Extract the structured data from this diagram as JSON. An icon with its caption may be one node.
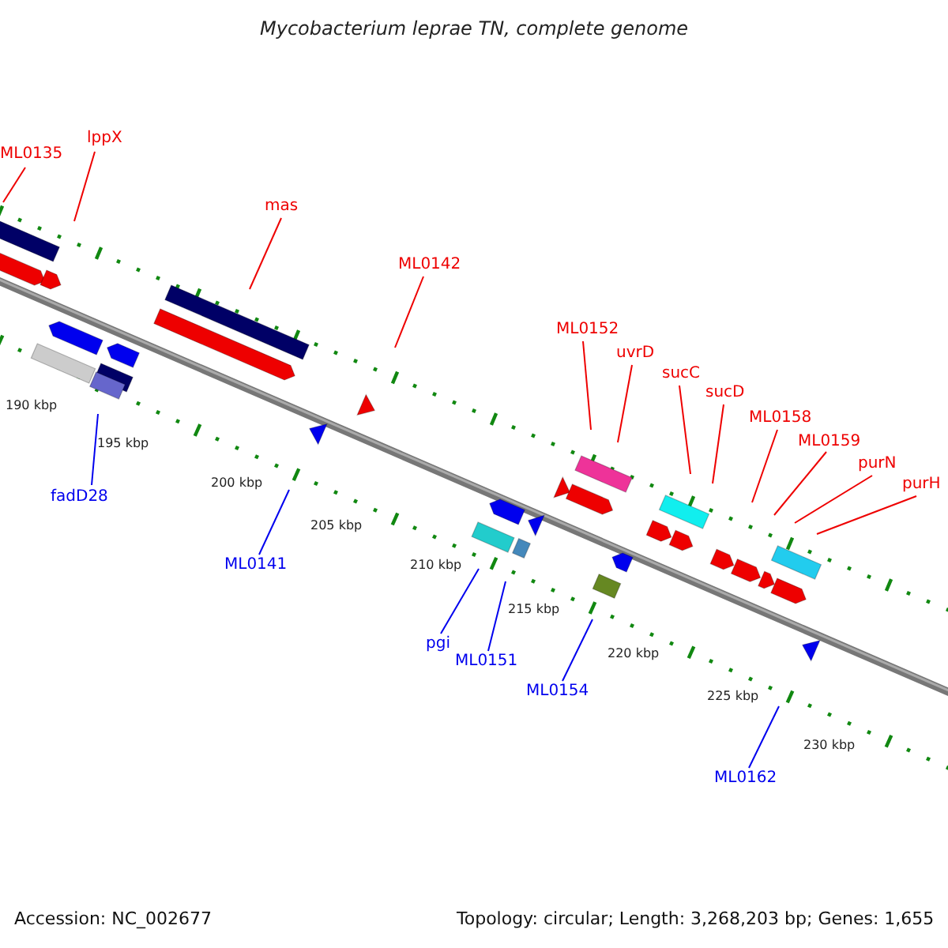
{
  "diagram": {
    "title": "Mycobacterium leprae TN, complete genome",
    "nodes": [
      {
        "text": [
          "ML0135"
        ]
      },
      {
        "text": [
          "lppX"
        ]
      },
      {
        "text": [
          "mas"
        ]
      },
      {
        "text": [
          "ML0142"
        ]
      },
      {
        "text": [
          "ML0152"
        ]
      },
      {
        "text": [
          "uvrD"
        ]
      },
      {
        "text": [
          "sucC"
        ]
      },
      {
        "text": [
          "sucD"
        ]
      },
      {
        "text": [
          "ML0158"
        ]
      },
      {
        "text": [
          "ML0159"
        ]
      },
      {
        "text": [
          "purN"
        ]
      },
      {
        "text": [
          "purH"
        ]
      },
      {
        "text": [
          "fadD28"
        ]
      },
      {
        "text": [
          "ML0141"
        ]
      },
      {
        "text": [
          "pgi"
        ]
      },
      {
        "text": [
          "ML0151"
        ]
      },
      {
        "text": [
          "ML0154"
        ]
      },
      {
        "text": [
          "ML0162"
        ]
      }
    ],
    "edges": [
      {
        "from": 0,
        "to": null,
        "arrow": "none"
      },
      {
        "from": 1,
        "to": null,
        "arrow": "none"
      },
      {
        "from": 2,
        "to": null,
        "arrow": "none"
      },
      {
        "from": 3,
        "to": null,
        "arrow": "none"
      },
      {
        "from": 4,
        "to": null,
        "arrow": "none"
      },
      {
        "from": 5,
        "to": null,
        "arrow": "none"
      },
      {
        "from": 6,
        "to": null,
        "arrow": "none"
      },
      {
        "from": 7,
        "to": null,
        "arrow": "none"
      },
      {
        "from": 8,
        "to": null,
        "arrow": "none"
      },
      {
        "from": 9,
        "to": null,
        "arrow": "none"
      },
      {
        "from": 10,
        "to": null,
        "arrow": "none"
      },
      {
        "from": 11,
        "to": null,
        "arrow": "none"
      },
      {
        "from": 12,
        "to": null,
        "arrow": "none",
        "color": "#0000ee"
      },
      {
        "from": 13,
        "to": null,
        "arrow": "none",
        "color": "#0000ee"
      },
      {
        "from": 14,
        "to": null,
        "arrow": "none",
        "color": "#0000ee"
      },
      {
        "from": 15,
        "to": null,
        "arrow": "none",
        "color": "#0000ee"
      },
      {
        "from": 16,
        "to": null,
        "arrow": "none",
        "color": "#0000ee"
      },
      {
        "from": 17,
        "to": null,
        "arrow": "none",
        "color": "#0000ee"
      }
    ],
    "labels": [
      "190 kbp",
      "195 kbp",
      "200 kbp",
      "205 kbp",
      "210 kbp",
      "215 kbp",
      "220 kbp",
      "225 kbp",
      "230 kbp",
      "Accession: NC_002677",
      "Topology: circular; Length: 3,268,203 bp; Genes: 1,655"
    ]
  }
}
